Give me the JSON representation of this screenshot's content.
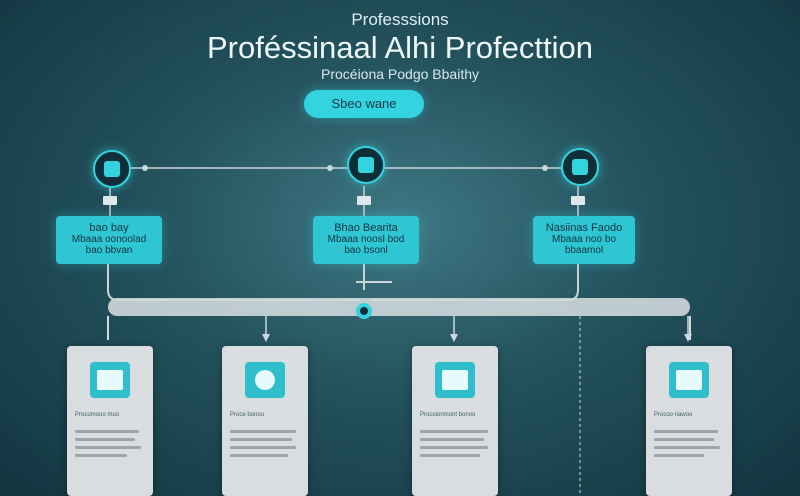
{
  "header": {
    "kicker": "Professsions",
    "title": "Proféssinaal Alhi Profecttion",
    "subtitle": "Procéiona Podgo Bbaithy",
    "cta_label": "Sbeo wane"
  },
  "top_cards": [
    {
      "title": "bao bay",
      "line1": "Mbaaa oonoolad",
      "line2": "bao bbvan"
    },
    {
      "title": "Bhao Bearita",
      "line1": "Mbaaa noosl bod",
      "line2": "bao bsonl"
    },
    {
      "title": "Nasiinas Faodo",
      "line1": "Mbaaa noo bo",
      "line2": "bbaamol"
    }
  ],
  "doc_cards": [
    {
      "title": "Procomouo muo"
    },
    {
      "title": "Proce bonou"
    },
    {
      "title": "Procoionmont bonoo"
    },
    {
      "title": "Procoo nawoo"
    }
  ],
  "colors": {
    "accent": "#34d3e0",
    "card": "#2fc6d3",
    "doc": "#d9dde0"
  },
  "icons": [
    "grid-icon",
    "chart-icon",
    "list-icon",
    "document-icon",
    "camera-icon",
    "image-icon",
    "monitor-icon"
  ]
}
